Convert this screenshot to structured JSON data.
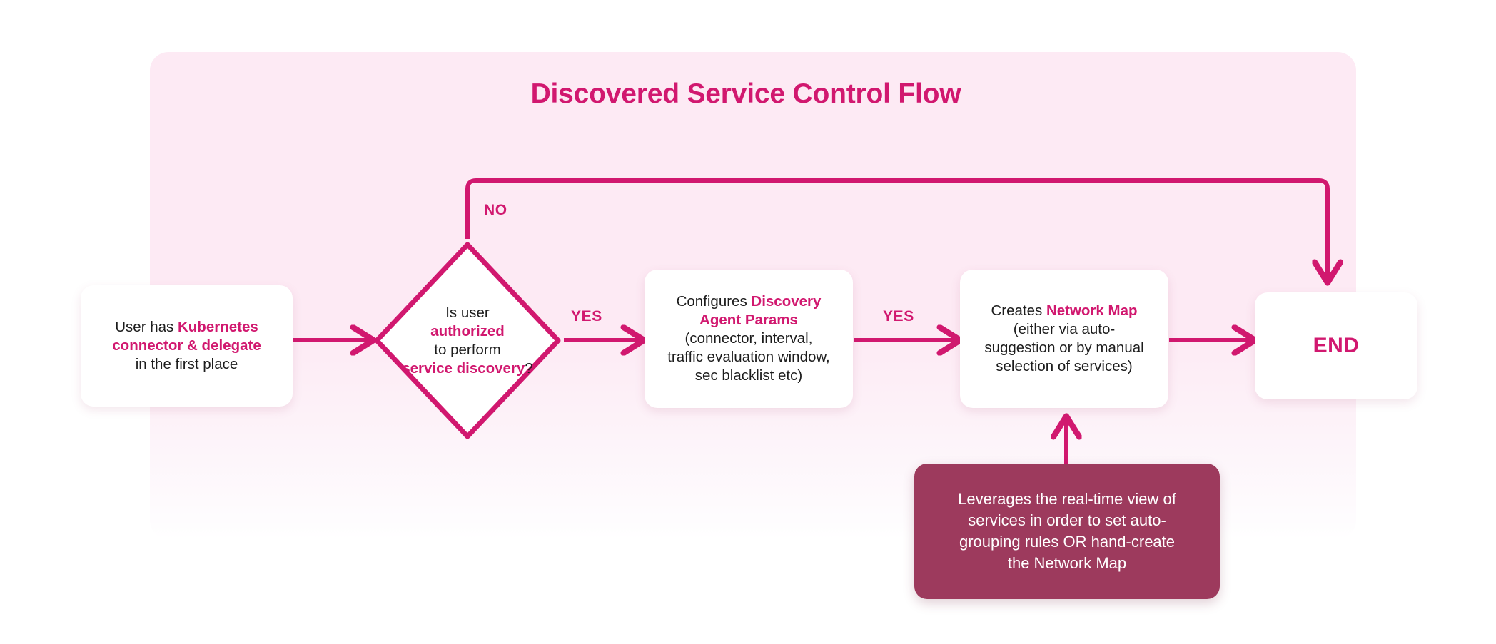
{
  "diagram": {
    "title": "Discovered Service Control Flow",
    "colors": {
      "accent": "#d1186f",
      "panel_background": "#fdeaf4",
      "note_background": "#9d3a5d",
      "node_background": "#ffffff",
      "text": "#1c1c1c"
    },
    "nodes": {
      "start": {
        "name": "start-node",
        "lines": [
          {
            "parts": [
              {
                "text": "User has ",
                "emphasis": false
              },
              {
                "text": "Kubernetes",
                "emphasis": true
              }
            ]
          },
          {
            "parts": [
              {
                "text": "connector & delegate",
                "emphasis": true
              }
            ]
          },
          {
            "parts": [
              {
                "text": "in the first place",
                "emphasis": false
              }
            ]
          }
        ],
        "plain_text": "User has Kubernetes connector & delegate in the first place"
      },
      "decision": {
        "name": "decision-node",
        "lines": [
          {
            "parts": [
              {
                "text": "Is user",
                "emphasis": false
              }
            ]
          },
          {
            "parts": [
              {
                "text": "authorized",
                "emphasis": true
              }
            ]
          },
          {
            "parts": [
              {
                "text": "to perform",
                "emphasis": false
              }
            ]
          },
          {
            "parts": [
              {
                "text": "service discovery",
                "emphasis": true
              },
              {
                "text": "?",
                "emphasis": false
              }
            ]
          }
        ],
        "plain_text": "Is user authorized to perform service discovery?"
      },
      "params": {
        "name": "configure-params-node",
        "lines": [
          {
            "parts": [
              {
                "text": "Configures ",
                "emphasis": false
              },
              {
                "text": "Discovery",
                "emphasis": true
              }
            ]
          },
          {
            "parts": [
              {
                "text": "Agent Params",
                "emphasis": true
              }
            ]
          },
          {
            "parts": [
              {
                "text": "(connector, interval,",
                "emphasis": false
              }
            ]
          },
          {
            "parts": [
              {
                "text": "traffic evaluation window,",
                "emphasis": false
              }
            ]
          },
          {
            "parts": [
              {
                "text": "sec blacklist etc)",
                "emphasis": false
              }
            ]
          }
        ],
        "plain_text": "Configures Discovery Agent Params (connector, interval, traffic evaluation window, sec blacklist etc)"
      },
      "network_map": {
        "name": "create-network-map-node",
        "lines": [
          {
            "parts": [
              {
                "text": "Creates ",
                "emphasis": false
              },
              {
                "text": "Network Map",
                "emphasis": true
              }
            ]
          },
          {
            "parts": [
              {
                "text": "(either via auto-",
                "emphasis": false
              }
            ]
          },
          {
            "parts": [
              {
                "text": "suggestion or by manual",
                "emphasis": false
              }
            ]
          },
          {
            "parts": [
              {
                "text": "selection of services)",
                "emphasis": false
              }
            ]
          }
        ],
        "plain_text": "Creates Network Map (either via auto-suggestion or by manual selection of services)"
      },
      "end": {
        "name": "end-node",
        "label": "END"
      },
      "note": {
        "name": "note-box",
        "lines": [
          "Leverages the real-time view of",
          "services in order to set auto-",
          "grouping rules OR hand-create",
          "the Network Map"
        ],
        "plain_text": "Leverages the real-time view of services in order to set auto-grouping rules OR hand-create the Network Map"
      }
    },
    "edges": [
      {
        "name": "edge-start-to-decision",
        "label": ""
      },
      {
        "name": "edge-decision-no",
        "label": "NO"
      },
      {
        "name": "edge-decision-yes",
        "label": "YES"
      },
      {
        "name": "edge-params-to-map",
        "label": "YES"
      },
      {
        "name": "edge-map-to-end",
        "label": ""
      },
      {
        "name": "edge-note-to-map",
        "label": ""
      }
    ],
    "labels": {
      "no": "NO",
      "yes_1": "YES",
      "yes_2": "YES"
    }
  }
}
